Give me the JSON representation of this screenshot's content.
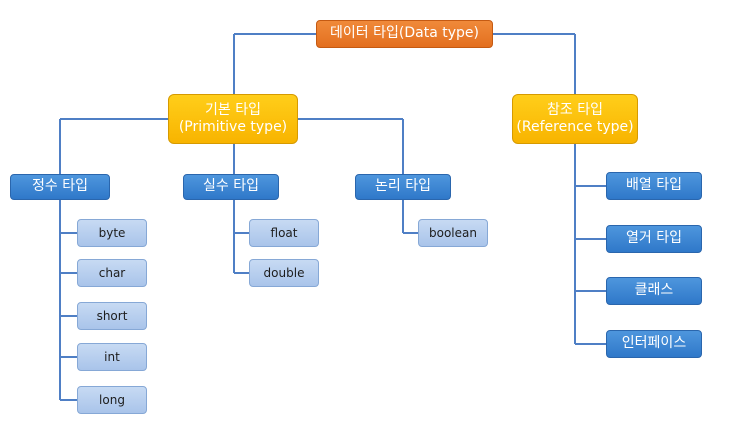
{
  "root": {
    "label": "데이터 타입(Data type)"
  },
  "primitive": {
    "label_ko": "기본 타입",
    "label_en": "(Primitive type)"
  },
  "reference": {
    "label_ko": "참조 타입",
    "label_en": "(Reference type)"
  },
  "categories": {
    "integer": {
      "label": "정수 타입",
      "items": [
        "byte",
        "char",
        "short",
        "int",
        "long"
      ]
    },
    "real": {
      "label": "실수 타입",
      "items": [
        "float",
        "double"
      ]
    },
    "logical": {
      "label": "논리 타입",
      "items": [
        "boolean"
      ]
    }
  },
  "reference_items": [
    "배열 타입",
    "열거 타입",
    "클래스",
    "인터페이스"
  ],
  "colors": {
    "root": "#e36f1f",
    "group": "#f8b400",
    "category": "#2f78c9",
    "leaf": "#a9c4ea",
    "connector": "#4f7fc5"
  }
}
